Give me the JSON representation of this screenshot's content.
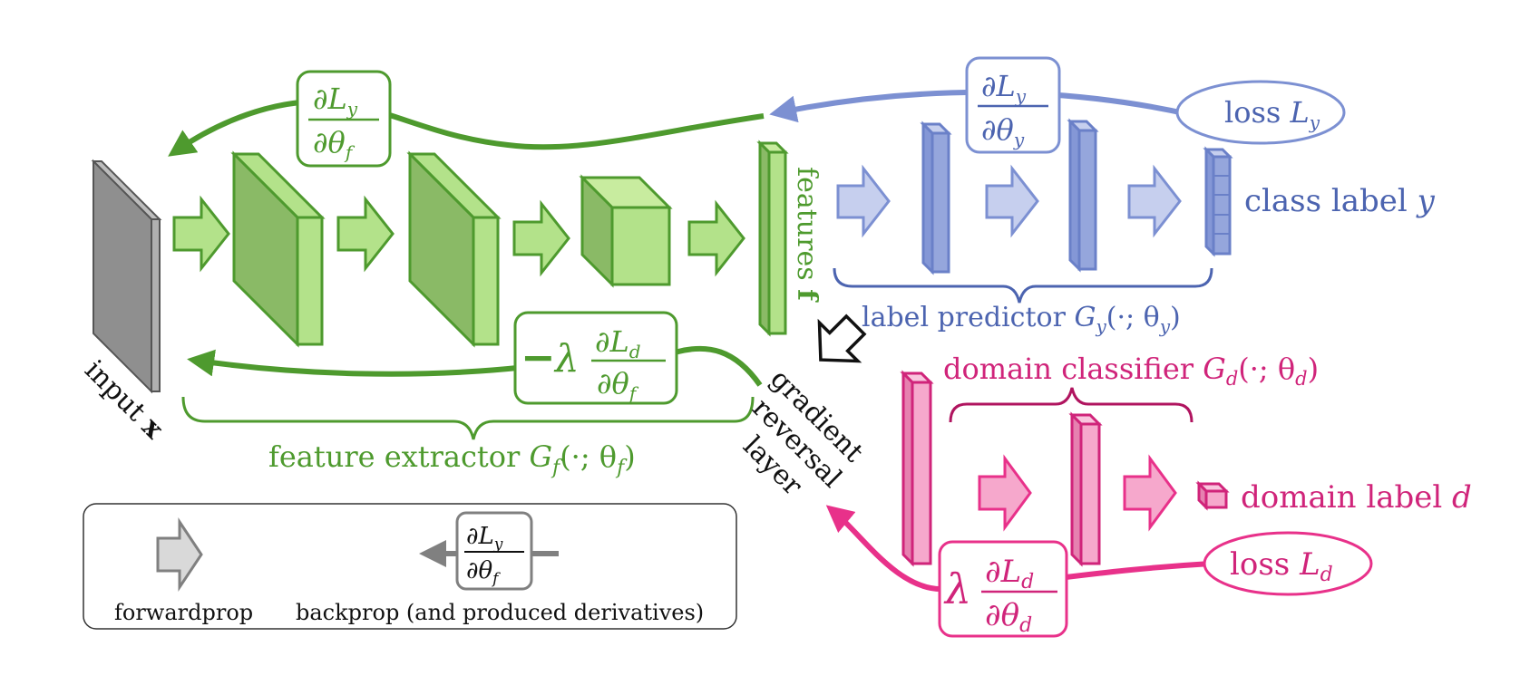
{
  "colors": {
    "green_dark": "#4e9a2e",
    "green_fill": "#b3e28a",
    "green_side": "#8aba66",
    "blue_dark": "#4c64b0",
    "blue_line": "#7c90d2",
    "blue_fill": "#c6cfee",
    "blue_side": "#95a6dc",
    "pink_dark": "#d0247a",
    "pink_line": "#e8318a",
    "pink_fill": "#f6a8cc",
    "pink_side": "#e681b0",
    "gray_dark": "#555555",
    "gray_fill": "#8f8f8f",
    "gray_light": "#d9d9d9",
    "black": "#111111"
  },
  "labels": {
    "input": "input",
    "input_var": "x",
    "features": "features",
    "features_var": "f",
    "feature_extractor": "feature extractor",
    "feature_extractor_fn": "G",
    "feature_extractor_sub": "f",
    "feature_extractor_args": "(·; θ",
    "label_predictor": "label predictor",
    "label_predictor_fn": "G",
    "label_predictor_sub": "y",
    "label_predictor_args": "(·; θ",
    "domain_classifier": "domain classifier",
    "domain_classifier_fn": "G",
    "domain_classifier_sub": "d",
    "domain_classifier_args": "(·; θ",
    "close_paren": ")",
    "class_label": "class label",
    "class_label_var": "y",
    "domain_label": "domain label",
    "domain_label_var": "d",
    "loss_y": "loss",
    "loss_y_var": "L",
    "loss_y_sub": "y",
    "loss_d": "loss",
    "loss_d_var": "L",
    "loss_d_sub": "d",
    "grl_line1": "gradient",
    "grl_line2": "reversal",
    "grl_line3": "layer"
  },
  "derivatives": {
    "partial": "∂",
    "theta": "θ",
    "lambda": "λ",
    "minus": "−",
    "L": "L",
    "sub_y": "y",
    "sub_d": "d",
    "sub_f": "f"
  },
  "legend": {
    "forwardprop": "forwardprop",
    "backprop": "backprop (and produced derivatives)"
  },
  "icons": {
    "forward_arrow": "hollow-right-arrow-icon",
    "backprop_arrow": "left-arrow-icon"
  }
}
